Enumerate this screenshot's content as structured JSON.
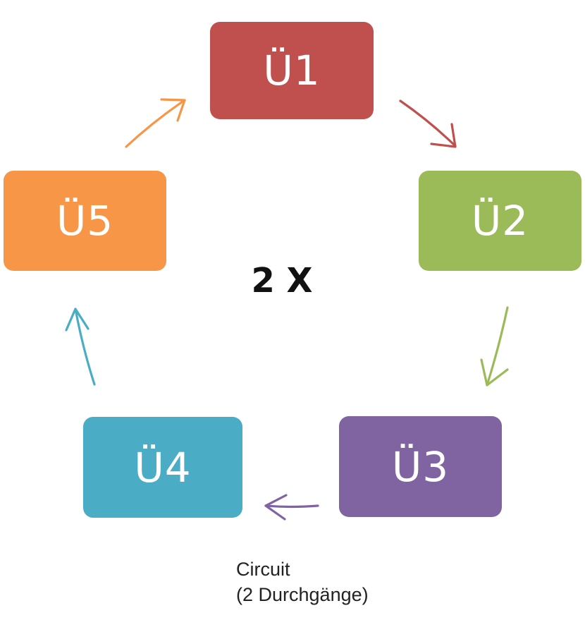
{
  "nodes": [
    {
      "id": "n1",
      "label": "Ü1",
      "color": "#c0504d"
    },
    {
      "id": "n2",
      "label": "Ü2",
      "color": "#9bbb59"
    },
    {
      "id": "n3",
      "label": "Ü3",
      "color": "#8064a2"
    },
    {
      "id": "n4",
      "label": "Ü4",
      "color": "#4bacc6"
    },
    {
      "id": "n5",
      "label": "Ü5",
      "color": "#f79646"
    }
  ],
  "edges": [
    {
      "from": "Ü1",
      "to": "Ü2",
      "color": "#c0504d"
    },
    {
      "from": "Ü2",
      "to": "Ü3",
      "color": "#9bbb59"
    },
    {
      "from": "Ü3",
      "to": "Ü4",
      "color": "#8064a2"
    },
    {
      "from": "Ü4",
      "to": "Ü5",
      "color": "#4bacc6"
    },
    {
      "from": "Ü5",
      "to": "Ü1",
      "color": "#f79646"
    }
  ],
  "center_label": "2 X",
  "caption": {
    "line1": "Circuit",
    "line2": "(2 Durchgänge)"
  }
}
